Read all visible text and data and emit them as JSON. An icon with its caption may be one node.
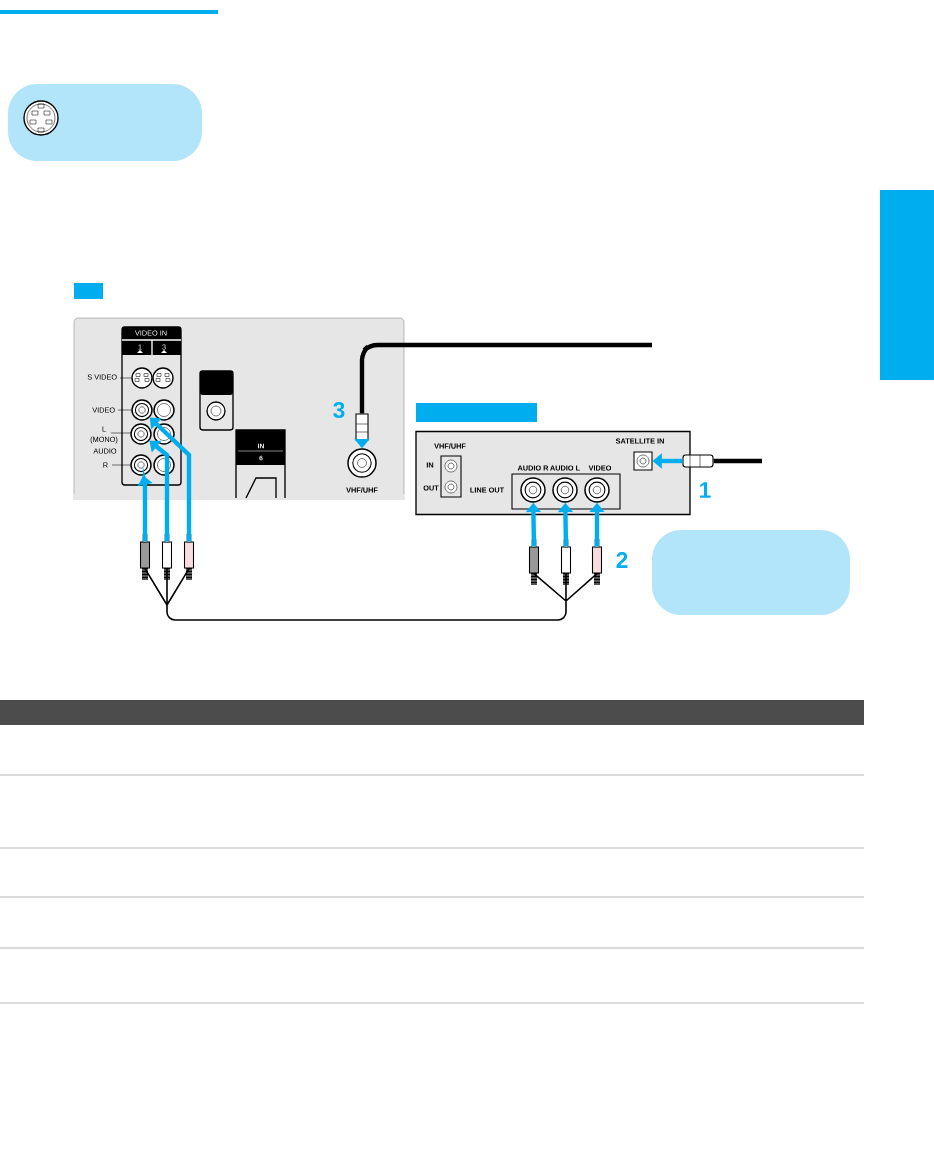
{
  "diagram": {
    "nodes": [
      {
        "text": [],
        "shape": "box"
      },
      {
        "text": [],
        "shape": "box"
      },
      {
        "text": [],
        "shape": "circle",
        "in": 1
      },
      {
        "text": [],
        "shape": "circle",
        "in": 1
      },
      {
        "text": [],
        "shape": "circle",
        "in": 1
      },
      {
        "text": [],
        "shape": "plug",
        "in": 1
      },
      {
        "text": [],
        "shape": "circle",
        "in": 1,
        "beside": [
          "VHF/UHF"
        ]
      },
      {
        "text": [],
        "shape": "box"
      },
      {
        "text": [],
        "shape": "box"
      },
      {
        "text": [],
        "shape": "box"
      },
      {
        "text": [],
        "shape": "box",
        "in": 9,
        "beside": [
          "SATELLITE IN"
        ]
      },
      {
        "text": [],
        "shape": "circle",
        "in": 9,
        "beside": [
          "AUDIO R"
        ]
      },
      {
        "text": [],
        "shape": "circle",
        "in": 9,
        "beside": [
          "AUDIO L"
        ]
      },
      {
        "text": [],
        "shape": "circle",
        "in": 9,
        "beside": [
          "VIDEO"
        ]
      },
      {
        "text": [],
        "shape": "plug"
      },
      {
        "text": [],
        "shape": "plug"
      },
      {
        "text": [],
        "shape": "plug"
      },
      {
        "text": [],
        "shape": "plug"
      },
      {
        "text": [],
        "shape": "plug"
      },
      {
        "text": [],
        "shape": "plug"
      },
      {
        "text": [],
        "shape": "plug"
      }
    ],
    "edges": [
      {
        "from": 15,
        "to": 4,
        "arrow": "to",
        "style": "thick",
        "color": "#00aeef"
      },
      {
        "from": 16,
        "to": 3,
        "arrow": "to",
        "style": "thick",
        "color": "#00aeef"
      },
      {
        "from": 17,
        "to": 2,
        "arrow": "to",
        "style": "thick",
        "color": "#00aeef"
      },
      {
        "from": 5,
        "to": 6,
        "arrow": "to",
        "style": "thick",
        "color": "#00aeef"
      },
      {
        "from": 18,
        "to": 11,
        "arrow": "to",
        "style": "thick",
        "color": "#00aeef"
      },
      {
        "from": 19,
        "to": 12,
        "arrow": "to",
        "style": "thick",
        "color": "#00aeef"
      },
      {
        "from": 20,
        "to": 13,
        "arrow": "to",
        "style": "thick",
        "color": "#00aeef"
      },
      {
        "from": 14,
        "to": 10,
        "arrow": "to",
        "style": "thick",
        "color": "#00aeef"
      },
      {
        "from": 15,
        "to": 18,
        "arrow": "none"
      },
      {
        "from": 15,
        "to": 19,
        "arrow": "none"
      },
      {
        "from": 15,
        "to": 20,
        "arrow": "none"
      },
      {
        "from": 16,
        "to": 18,
        "arrow": "none"
      },
      {
        "from": 16,
        "to": 19,
        "arrow": "none"
      },
      {
        "from": 16,
        "to": 20,
        "arrow": "none"
      },
      {
        "from": 17,
        "to": 18,
        "arrow": "none"
      },
      {
        "from": 17,
        "to": 19,
        "arrow": "none"
      },
      {
        "from": 17,
        "to": 20,
        "arrow": "none"
      },
      {
        "from": 5,
        "to": null,
        "arrow": "none",
        "style": "thick"
      },
      {
        "from": 14,
        "to": null,
        "arrow": "none",
        "style": "thick"
      }
    ],
    "labels": [
      "VIDEO IN",
      "1",
      "3",
      "S VIDEO",
      "VIDEO",
      "L",
      "(MONO)",
      "AUDIO",
      "R",
      "IN",
      "6",
      "3",
      "VHF/UHF",
      "IN",
      "OUT",
      "LINE OUT",
      "1",
      "2"
    ]
  }
}
